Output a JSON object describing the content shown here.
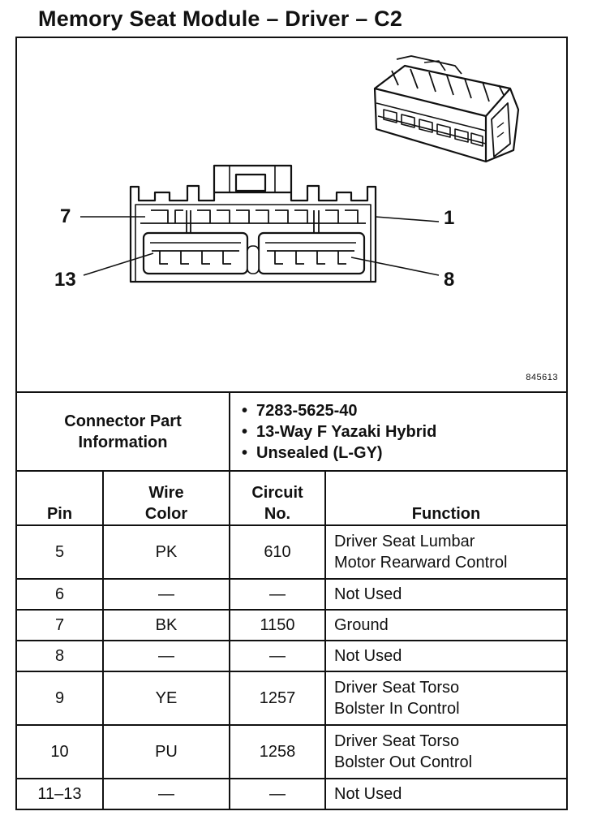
{
  "title": "Memory Seat Module – Driver – C2",
  "figure": {
    "id": "845613",
    "pin_labels": {
      "top_left": "7",
      "top_right": "1",
      "bottom_left": "13",
      "bottom_right": "8"
    }
  },
  "connector": {
    "label_line1": "Connector Part",
    "label_line2": "Information",
    "details": [
      "7283-5625-40",
      "13-Way F Yazaki Hybrid",
      "Unsealed (L-GY)"
    ]
  },
  "table": {
    "headers": {
      "pin": "Pin",
      "wire_line1": "Wire",
      "wire_line2": "Color",
      "circuit_line1": "Circuit",
      "circuit_line2": "No.",
      "function": "Function"
    },
    "rows": [
      {
        "pin": "5",
        "color": "PK",
        "circuit": "610",
        "function_line1": "Driver Seat Lumbar",
        "function_line2": "Motor Rearward Control"
      },
      {
        "pin": "6",
        "color": "—",
        "circuit": "—",
        "function_line1": "Not Used",
        "function_line2": ""
      },
      {
        "pin": "7",
        "color": "BK",
        "circuit": "1150",
        "function_line1": "Ground",
        "function_line2": ""
      },
      {
        "pin": "8",
        "color": "—",
        "circuit": "—",
        "function_line1": "Not Used",
        "function_line2": ""
      },
      {
        "pin": "9",
        "color": "YE",
        "circuit": "1257",
        "function_line1": "Driver Seat Torso",
        "function_line2": "Bolster In Control"
      },
      {
        "pin": "10",
        "color": "PU",
        "circuit": "1258",
        "function_line1": "Driver Seat Torso",
        "function_line2": "Bolster Out Control"
      },
      {
        "pin": "11–13",
        "color": "—",
        "circuit": "—",
        "function_line1": "Not Used",
        "function_line2": ""
      }
    ]
  }
}
